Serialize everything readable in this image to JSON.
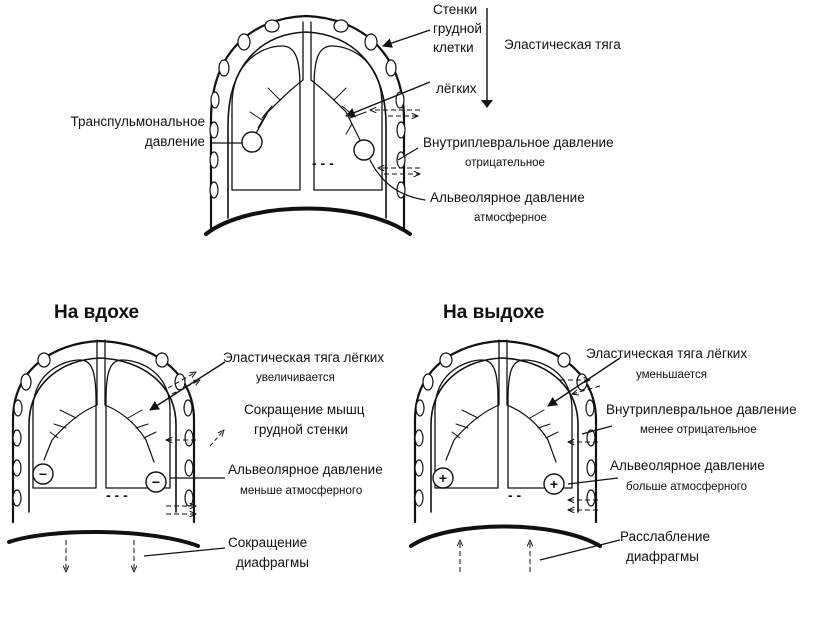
{
  "top": {
    "chest_wall_label": [
      "Стенки",
      "грудной",
      "клетки"
    ],
    "elastic_recoil_label": "Эластическая тяга",
    "lungs_label": "лёгких",
    "transpulmonary_label": [
      "Транспульмональное",
      "давление"
    ],
    "intrapleural_label": "Внутриплевральное давление",
    "intrapleural_sub": "отрицательное",
    "alveolar_label": "Альвеолярное давление",
    "alveolar_sub": "атмосферное",
    "pressure_marks": "- - -"
  },
  "inhale": {
    "title": "На вдохе",
    "elastic_label": "Эластическая тяга лёгких",
    "elastic_sub": "увеличивается",
    "muscle_label": [
      "Сокращение мышц",
      "грудной стенки"
    ],
    "alveolar_label": "Альвеолярное давление",
    "alveolar_sub": "меньше атмосферного",
    "diaphragm_label": [
      "Сокращение",
      "диафрагмы"
    ],
    "sign": "−",
    "pressure_marks": "- - -"
  },
  "exhale": {
    "title": "На выдохе",
    "elastic_label": "Эластическая тяга лёгких",
    "elastic_sub": "уменьшается",
    "intrapleural_label": "Внутриплевральное давление",
    "intrapleural_sub": "менее отрицательное",
    "alveolar_label": "Альвеолярное давление",
    "alveolar_sub": "больше атмосферного",
    "diaphragm_label": [
      "Расслабление",
      "диафрагмы"
    ],
    "sign": "+",
    "pressure_marks": "- -"
  }
}
